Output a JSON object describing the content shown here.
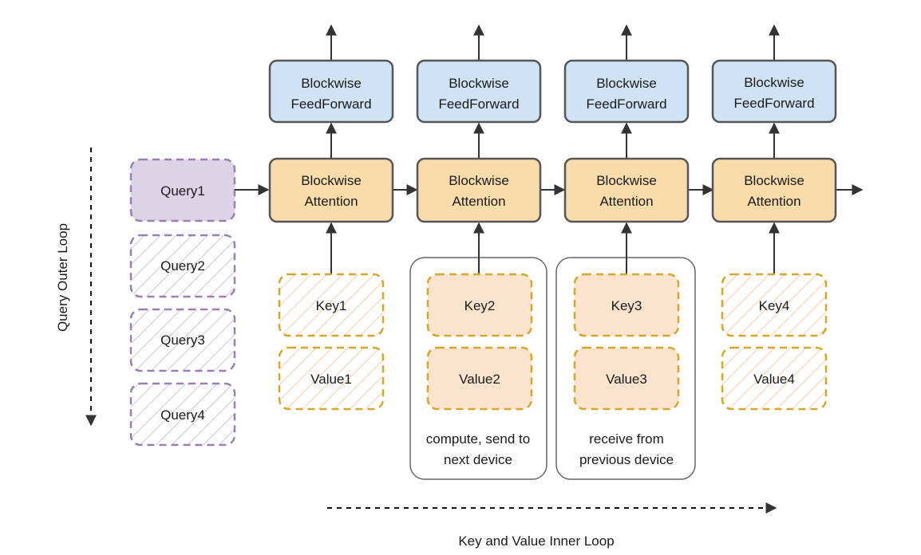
{
  "axes": {
    "outer_loop_label": "Query Outer Loop",
    "inner_loop_label": "Key and Value Inner Loop"
  },
  "queries": [
    {
      "label": "Query1",
      "state": "active"
    },
    {
      "label": "Query2",
      "state": "pending"
    },
    {
      "label": "Query3",
      "state": "pending"
    },
    {
      "label": "Query4",
      "state": "pending"
    }
  ],
  "columns": [
    {
      "ff_line1": "Blockwise",
      "ff_line2": "FeedForward",
      "attn_line1": "Blockwise",
      "attn_line2": "Attention",
      "key": "Key1",
      "value": "Value1",
      "state": "pending",
      "note_line1": "",
      "note_line2": ""
    },
    {
      "ff_line1": "Blockwise",
      "ff_line2": "FeedForward",
      "attn_line1": "Blockwise",
      "attn_line2": "Attention",
      "key": "Key2",
      "value": "Value2",
      "state": "active",
      "note_line1": "compute, send to",
      "note_line2": "next device"
    },
    {
      "ff_line1": "Blockwise",
      "ff_line2": "FeedForward",
      "attn_line1": "Blockwise",
      "attn_line2": "Attention",
      "key": "Key3",
      "value": "Value3",
      "state": "active",
      "note_line1": "receive from",
      "note_line2": "previous device"
    },
    {
      "ff_line1": "Blockwise",
      "ff_line2": "FeedForward",
      "attn_line1": "Blockwise",
      "attn_line2": "Attention",
      "key": "Key4",
      "value": "Value4",
      "state": "pending",
      "note_line1": "",
      "note_line2": ""
    }
  ],
  "colors": {
    "feedforward_fill": "#cfe3f5",
    "attention_fill": "#f9dcaa",
    "box_stroke": "#555555",
    "query_active_fill": "#ddd3e6",
    "query_stroke": "#9b7fb3",
    "kv_active_fill": "#fbe3cd",
    "kv_stroke": "#d4a72c",
    "hatch_query": "#ddd4e6",
    "hatch_kv": "#f8dcc4",
    "arrow": "#333333",
    "group_stroke": "#666666"
  }
}
